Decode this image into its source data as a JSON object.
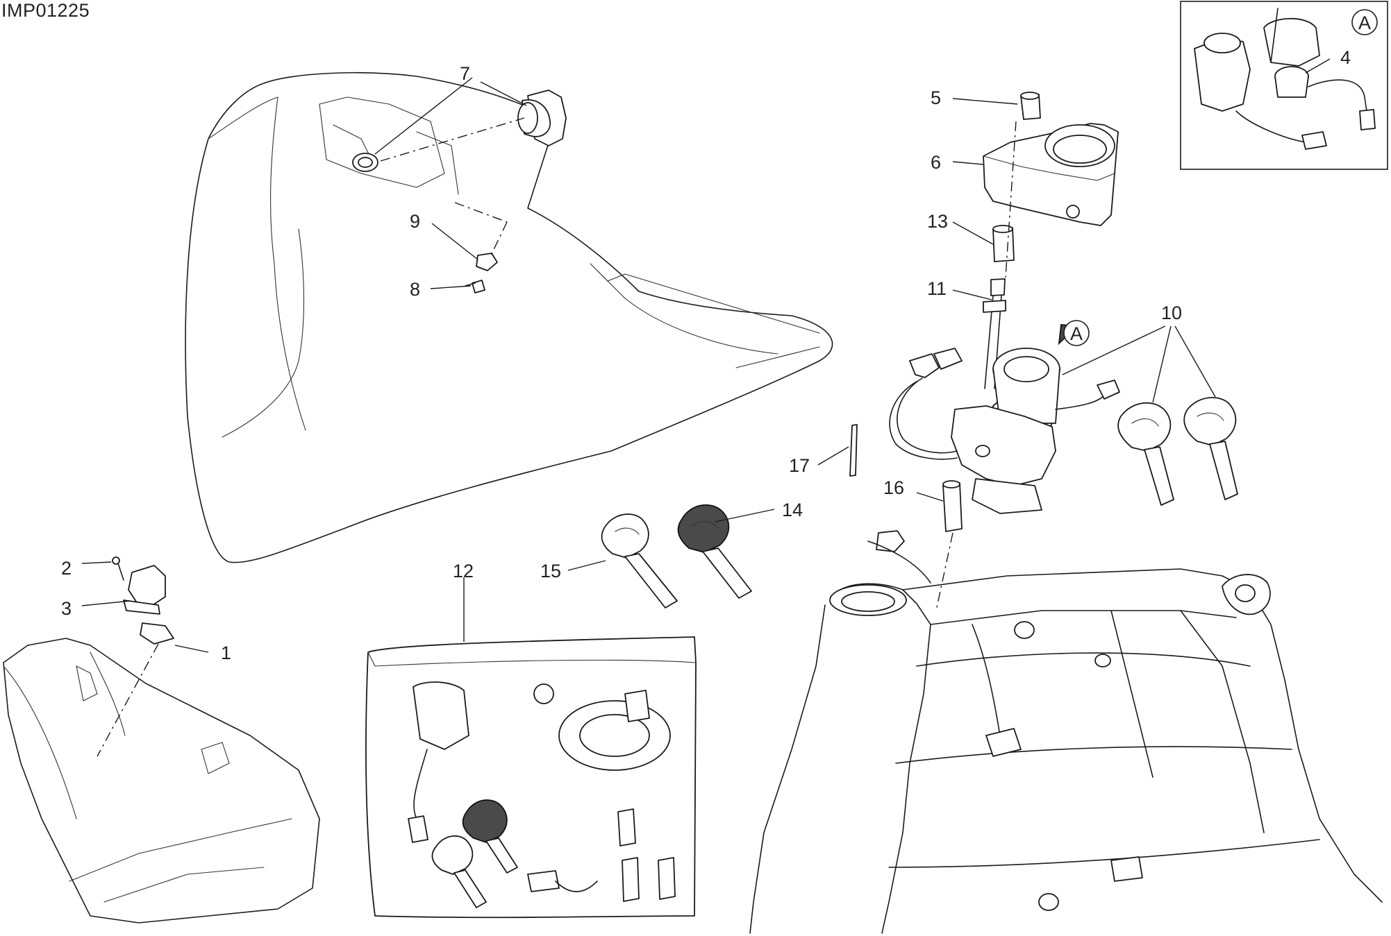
{
  "drawing_id": "IMP01225",
  "view_marker": "A",
  "callouts": [
    {
      "num": "1"
    },
    {
      "num": "2"
    },
    {
      "num": "3"
    },
    {
      "num": "4"
    },
    {
      "num": "5"
    },
    {
      "num": "6"
    },
    {
      "num": "7"
    },
    {
      "num": "8"
    },
    {
      "num": "9"
    },
    {
      "num": "10"
    },
    {
      "num": "11"
    },
    {
      "num": "12"
    },
    {
      "num": "13"
    },
    {
      "num": "14"
    },
    {
      "num": "15"
    },
    {
      "num": "16"
    },
    {
      "num": "17"
    }
  ]
}
